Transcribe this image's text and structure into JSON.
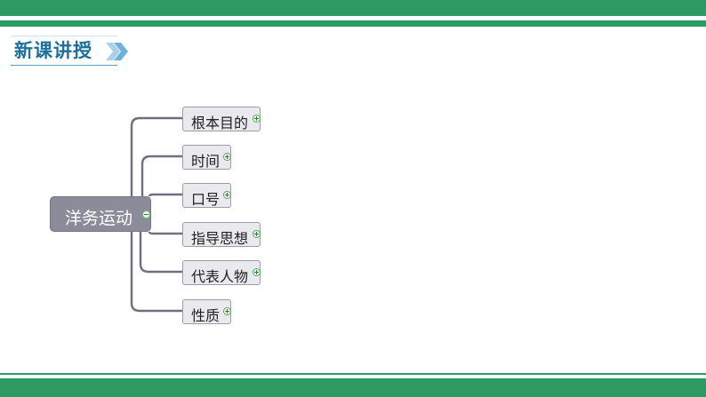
{
  "slide": {
    "section_title": "新课讲授"
  },
  "mindmap": {
    "root": "洋务运动",
    "branches": [
      {
        "label": "根本目的"
      },
      {
        "label": "时间"
      },
      {
        "label": "口号"
      },
      {
        "label": "指导思想"
      },
      {
        "label": "代表人物"
      },
      {
        "label": "性质"
      }
    ]
  },
  "colors": {
    "accent_green": "#2e9a63",
    "title_blue": "#1d6f9e",
    "root_fill": "#8b8b99",
    "branch_fill": "#e9e9ee",
    "connector": "#6f6f7f"
  },
  "icons": {
    "section_marker": "double-chevron-right-icon",
    "branch_toggle": "expand-plus-icon",
    "root_toggle": "collapse-minus-icon"
  }
}
